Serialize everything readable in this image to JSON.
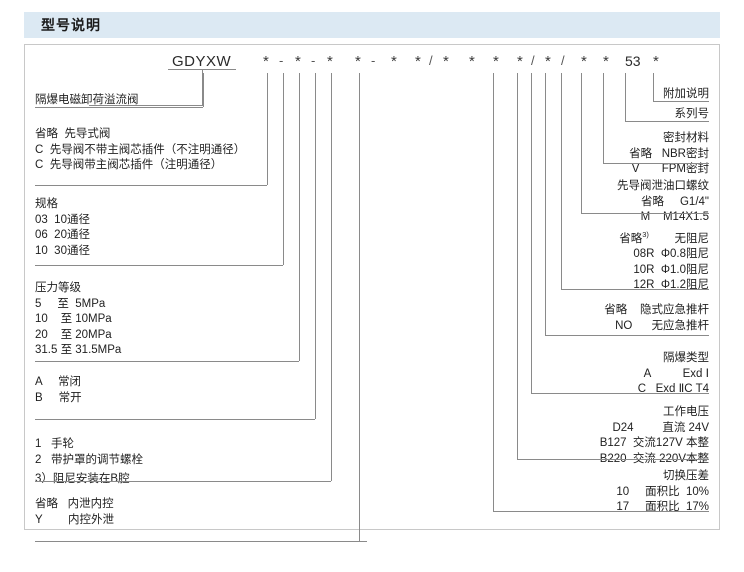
{
  "header": {
    "title": "型号说明"
  },
  "model_code": {
    "brand": "GDYXW",
    "tokens": [
      "*",
      "-",
      "*",
      "-",
      "*",
      "*",
      "-",
      "*",
      "*",
      "/",
      "*",
      "*",
      "*",
      "*",
      "/",
      "*",
      "/",
      "*",
      "*",
      "53",
      "*"
    ]
  },
  "left_groups": [
    {
      "name": "product-name",
      "lines": [
        "隔爆电磁卸荷溢流阀"
      ]
    },
    {
      "name": "pilot-type",
      "lines": [
        "省略  先导式阀",
        "C  先导阀不带主阀芯插件（不注明通径）",
        "C  先导阀带主阀芯插件（注明通径）"
      ]
    },
    {
      "name": "size-spec",
      "lines": [
        "规格",
        "03  10通径",
        "06  20通径",
        "10  30通径"
      ]
    },
    {
      "name": "pressure-rating",
      "lines": [
        "压力等级",
        "5     至  5MPa",
        "10    至 10MPa",
        "20    至 20MPa",
        "31.5 至 31.5MPa"
      ]
    },
    {
      "name": "valve-state",
      "lines": [
        "A     常闭",
        "B     常开"
      ]
    },
    {
      "name": "adjust-type",
      "lines": [
        "1   手轮",
        "2   带护罩的调节螺栓"
      ]
    },
    {
      "name": "drain-control",
      "lines": [
        "省略   内泄内控",
        "Y        内控外泄"
      ]
    }
  ],
  "right_groups": [
    {
      "name": "additional-note",
      "lines": [
        "附加说明"
      ]
    },
    {
      "name": "series-number",
      "lines": [
        "系列号"
      ]
    },
    {
      "name": "seal-material",
      "lines": [
        "密封材料",
        "省略   NBR密封",
        "V       FPM密封"
      ]
    },
    {
      "name": "pilot-drain-thread",
      "lines": [
        "先导阀泄油口螺纹",
        "省略     G1/4\"",
        "M    M14X1.5"
      ]
    },
    {
      "name": "damping",
      "lines": [
        "省略3)        无阻尼",
        "08R  Φ0.8阻尼",
        "10R  Φ1.0阻尼",
        "12R  Φ1.2阻尼"
      ]
    },
    {
      "name": "emergency-rod",
      "lines": [
        "省略    隐式应急推杆",
        "NO      无应急推杆"
      ]
    },
    {
      "name": "explosion-proof-type",
      "lines": [
        "隔爆类型",
        "A          Exd Ⅰ",
        "C   Exd ⅡC T4"
      ]
    },
    {
      "name": "working-voltage",
      "lines": [
        "工作电压",
        "D24         直流 24V",
        "B127  交流127V 本整",
        "B220  交流 220V本整"
      ]
    },
    {
      "name": "switching-pressure-diff",
      "lines": [
        "切换压差",
        "10     面积比  10%",
        "17     面积比  17%"
      ]
    }
  ],
  "footnote": "3）阻尼安装在B腔",
  "colors": {
    "header_bg": "#dce9f3",
    "frame_border": "#c8c8c8",
    "line": "#8a8a8a",
    "text": "#1f1f1f"
  }
}
